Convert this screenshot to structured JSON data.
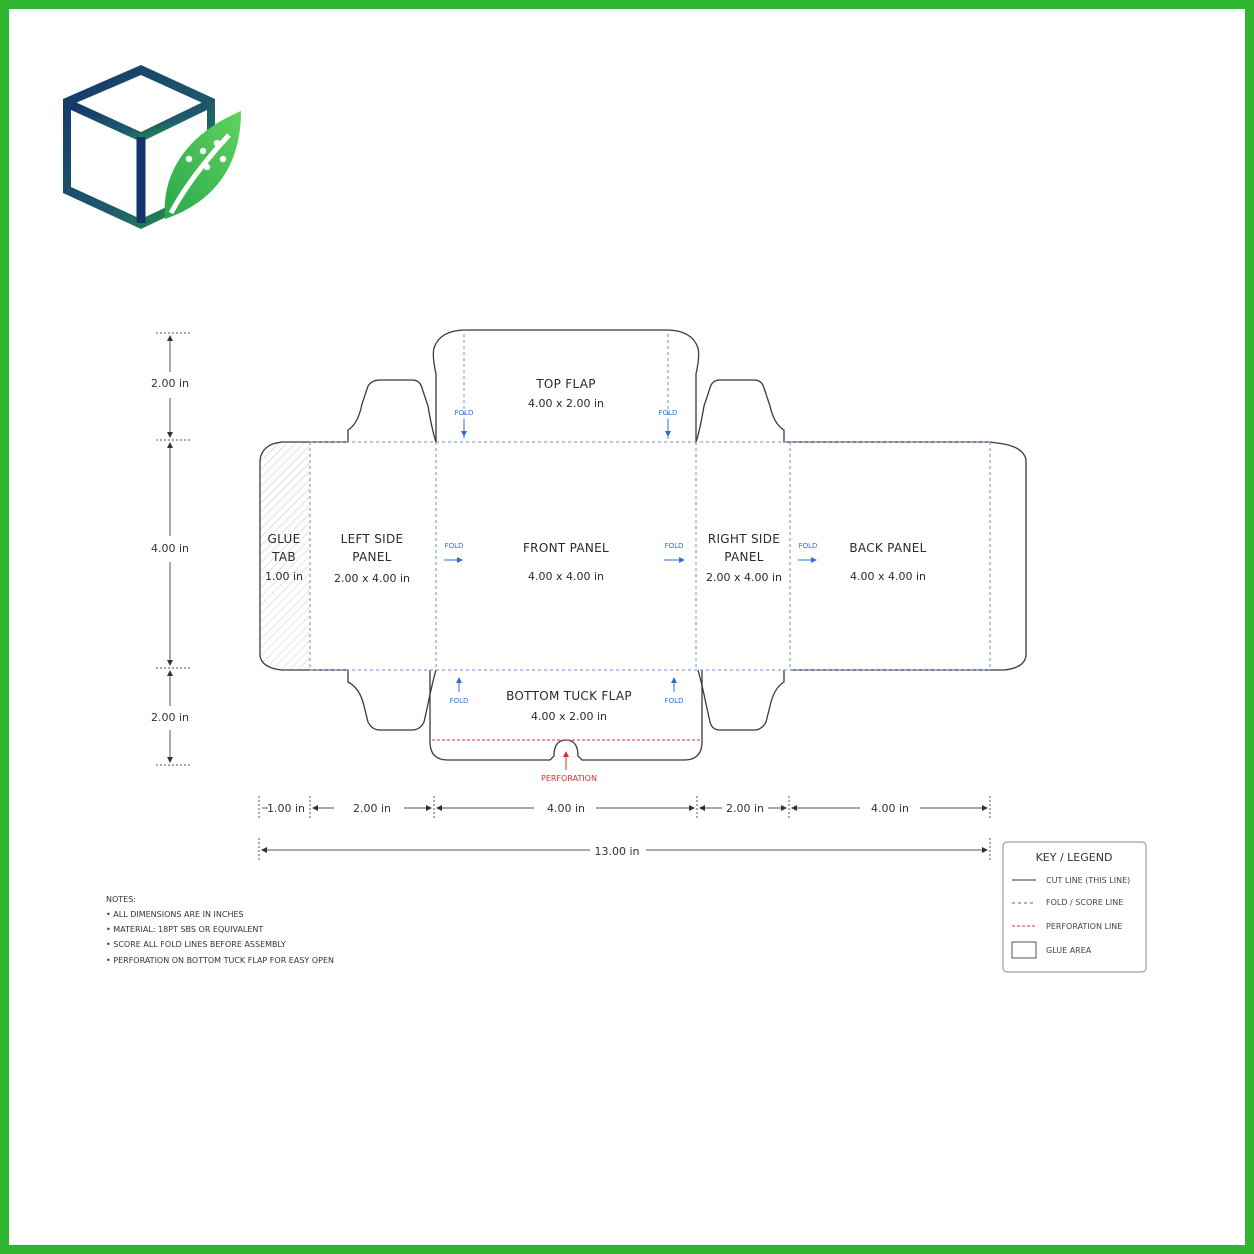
{
  "brand_colors": {
    "frame": "#2fb52f",
    "logo_dark": "#14356b",
    "logo_green": "#36b84a"
  },
  "logo": {
    "icon": "box-leaf-logo-icon"
  },
  "panels": {
    "top_flap": {
      "name": "TOP FLAP",
      "dim": "4.00 x 2.00 in"
    },
    "glue_tab": {
      "name_line1": "GLUE",
      "name_line2": "TAB",
      "dim": "1.00 in"
    },
    "left_side": {
      "name_line1": "LEFT SIDE",
      "name_line2": "PANEL",
      "dim": "2.00 x 4.00 in"
    },
    "front": {
      "name": "FRONT PANEL",
      "dim": "4.00 x 4.00 in"
    },
    "right_side": {
      "name_line1": "RIGHT SIDE",
      "name_line2": "PANEL",
      "dim": "2.00 x 4.00 in"
    },
    "back": {
      "name": "BACK PANEL",
      "dim": "4.00 x 4.00 in"
    },
    "bottom_tuck_flap": {
      "name": "BOTTOM TUCK FLAP",
      "dim": "4.00 x 2.00 in"
    }
  },
  "fold_label": "FOLD",
  "perforation_label": "PERFORATION",
  "dimensions": {
    "vertical": [
      "2.00 in",
      "4.00 in",
      "2.00 in"
    ],
    "horizontal": [
      "1.00 in",
      "2.00 in",
      "4.00 in",
      "2.00 in",
      "4.00 in"
    ],
    "total": "13.00 in"
  },
  "notes": {
    "title": "NOTES:",
    "items": [
      "• ALL DIMENSIONS ARE IN INCHES",
      "• MATERIAL: 18PT SBS OR EQUIVALENT",
      "• SCORE ALL FOLD LINES BEFORE ASSEMBLY",
      "• PERFORATION ON BOTTOM TUCK FLAP FOR EASY OPEN"
    ]
  },
  "legend": {
    "title": "KEY / LEGEND",
    "items": [
      "CUT LINE (THIS LINE)",
      "FOLD / SCORE LINE",
      "PERFORATION LINE",
      "GLUE AREA"
    ],
    "colors": {
      "cut": "#3a3a3a",
      "fold": "#2f6fd1",
      "perforation": "#d73030"
    }
  }
}
